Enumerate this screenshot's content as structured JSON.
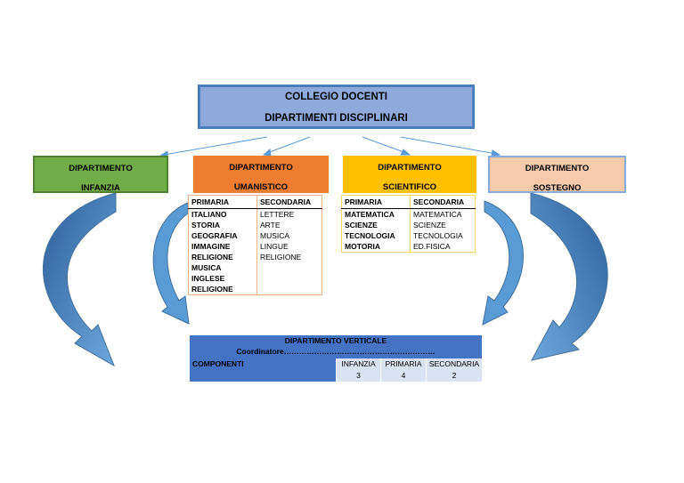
{
  "title": {
    "line1": "COLLEGIO DOCENTI",
    "line2": "DIPARTIMENTI DISCIPLINARI"
  },
  "departments": [
    {
      "line1": "DIPARTIMENTO",
      "line2": "INFANZIA",
      "color": "#70ad47"
    },
    {
      "line1": "DIPARTIMENTO",
      "line2": "UMANISTICO",
      "color": "#ed7d31"
    },
    {
      "line1": "DIPARTIMENTO",
      "line2": "SCIENTIFICO",
      "color": "#ffc000"
    },
    {
      "line1": "DIPARTIMENTO",
      "line2": "SOSTEGNO",
      "color": "#f7caac"
    }
  ],
  "umanistico_table": {
    "headers": [
      "PRIMARIA",
      "SECONDARIA"
    ],
    "rows": [
      [
        "ITALIANO",
        "LETTERE"
      ],
      [
        "STORIA",
        "ARTE"
      ],
      [
        "GEOGRAFIA",
        "MUSICA"
      ],
      [
        "IMMAGINE",
        "LINGUE"
      ],
      [
        "RELIGIONE",
        "RELIGIONE"
      ],
      [
        "MUSICA",
        ""
      ],
      [
        "INGLESE",
        ""
      ],
      [
        "RELIGIONE",
        ""
      ]
    ]
  },
  "scientifico_table": {
    "headers": [
      "PRIMARIA",
      "SECONDARIA"
    ],
    "rows": [
      [
        "MATEMATICA",
        "MATEMATICA"
      ],
      [
        "SCIENZE",
        "SCIENZE"
      ],
      [
        "TECNOLOGIA",
        "TECNOLOGIA"
      ],
      [
        "MOTORIA",
        "ED.FISICA"
      ]
    ]
  },
  "verticale": {
    "title": "DIPARTIMENTO VERTICALE",
    "coordinatore": "Coordinatore……………………………………………………",
    "componenti_label": "COMPONENTI",
    "columns": [
      "INFANZIA",
      "PRIMARIA",
      "SECONDARIA"
    ],
    "values": [
      "3",
      "4",
      "2"
    ]
  },
  "colors": {
    "title_fill": "#8eaadb",
    "title_border": "#4a7ebb",
    "arrow_fill": "#5b9bd5",
    "verticale_fill": "#4472c4"
  }
}
